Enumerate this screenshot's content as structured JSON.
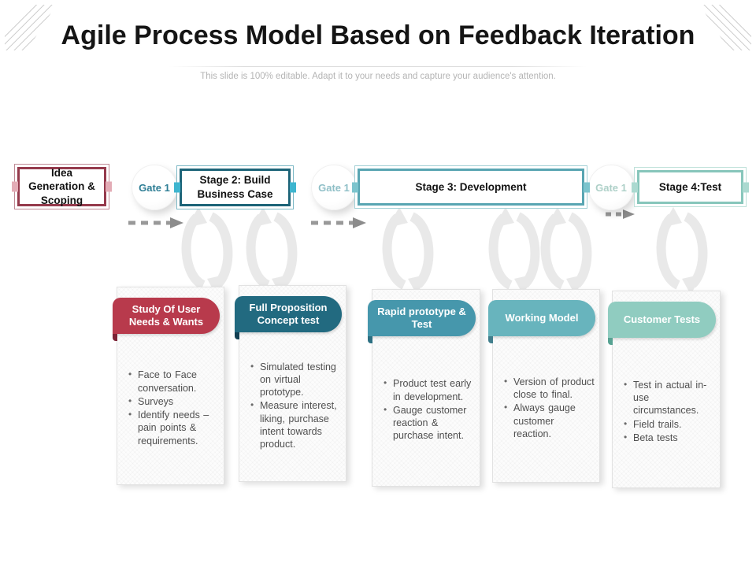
{
  "ui": {
    "bullet_char": "•"
  },
  "slide": {
    "title": "Agile Process Model Based on Feedback Iteration",
    "subtitle": "This slide is 100% editable. Adapt it to your needs and capture your audience's attention."
  },
  "process": {
    "idea_box": {
      "label": "Idea Generation & Scoping",
      "border_color": "#953a4c",
      "outer_border_color": "#c08a95",
      "tab_color": "#e3acb6"
    },
    "gates": [
      {
        "label": "Gate 1",
        "text_color": "#2e7e95"
      },
      {
        "label": "Gate 1",
        "text_color": "#8fbfc7"
      },
      {
        "label": "Gate 1",
        "text_color": "#aed0c8"
      }
    ],
    "stages": [
      {
        "label": "Stage 2: Build Business Case",
        "border_color": "#1d6478",
        "outer_border_color": "#7db9c6",
        "tab_color": "#3eb5cf"
      },
      {
        "label": "Stage 3: Development",
        "border_color": "#58a5b2",
        "outer_border_color": "#a3d0d6",
        "tab_color": "#7cc4cd"
      },
      {
        "label": "Stage 4:Test",
        "border_color": "#87c6bb",
        "outer_border_color": "#bfe1da",
        "tab_color": "#abd9d0"
      }
    ]
  },
  "cards": [
    {
      "title": "Study Of User Needs & Wants",
      "color": "#b83a4c",
      "fold_color": "#7c2335",
      "bullets": [
        "Face to Face conversation.",
        "Surveys",
        "Identify needs – pain points & requirements."
      ]
    },
    {
      "title": "Full Proposition Concept test",
      "color": "#226a80",
      "fold_color": "#123f52",
      "bullets": [
        "Simulated testing on virtual prototype.",
        "Measure interest, liking, purchase intent towards product."
      ]
    },
    {
      "title": "Rapid prototype & Test",
      "color": "#4697ac",
      "fold_color": "#2c6f82",
      "bullets": [
        "Product test early in development.",
        "Gauge customer reaction & purchase intent."
      ]
    },
    {
      "title": "Working Model",
      "color": "#68b4bd",
      "fold_color": "#417e8c",
      "bullets": [
        "Version of product close to final.",
        "Always gauge customer reaction."
      ]
    },
    {
      "title": "Customer Tests",
      "color": "#90ccc0",
      "fold_color": "#57a292",
      "bullets": [
        "Test in actual in-use circumstances.",
        "Field trails.",
        "Beta tests"
      ]
    }
  ],
  "connectors": {
    "loop_color": "#e9e9e9",
    "dash_color": "#999999",
    "dash_head_color": "#8c8c8c"
  }
}
